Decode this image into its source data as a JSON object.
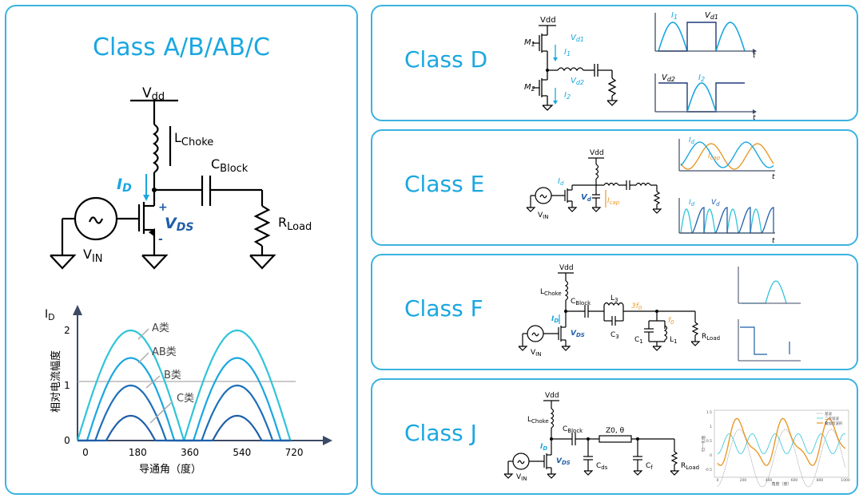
{
  "left": {
    "title": "Class A/B/AB/C",
    "circuit": {
      "vdd": "V",
      "vdd_sub": "dd",
      "choke": "L",
      "choke_sub": "Choke",
      "block": "C",
      "block_sub": "Block",
      "id": "I",
      "id_sub": "D",
      "vds": "V",
      "vds_sub": "DS",
      "plus": "+",
      "minus": "-",
      "vin": "V",
      "vin_sub": "IN",
      "rload": "R",
      "rload_sub": "Load"
    },
    "graph": {
      "y_label": "I",
      "y_label_sub": "D",
      "y_axis_title": "相对电流幅度",
      "x_axis_title": "导通角（度）",
      "x_ticks": [
        "0",
        "180",
        "360",
        "540",
        "720"
      ],
      "y_ticks": [
        "0",
        "1",
        "2"
      ],
      "labels": [
        "A类",
        "AB类",
        "B类",
        "C类"
      ]
    }
  },
  "classes": {
    "d": {
      "title": "Class D",
      "vdd": "Vdd",
      "m1": "M",
      "m1_sub": "1",
      "m2": "M",
      "m2_sub": "2",
      "vd1": "V",
      "vd1_sub": "d1",
      "i1": "I",
      "i1_sub": "1",
      "vd2": "V",
      "vd2_sub": "d2",
      "i2": "I",
      "i2_sub": "2",
      "t": "t"
    },
    "e": {
      "title": "Class E",
      "vdd": "Vdd",
      "id": "I",
      "id_sub": "d",
      "vd": "V",
      "vd_sub": "d",
      "icap": "I",
      "icap_sub": "cap",
      "vin": "V",
      "vin_sub": "IN",
      "t": "t"
    },
    "f": {
      "title": "Class F",
      "vdd": "Vdd",
      "choke": "L",
      "choke_sub": "Choke",
      "block": "C",
      "block_sub": "Block",
      "l3": "L",
      "l3_sub": "3",
      "c3": "C",
      "c3_sub": "3",
      "f3": "3f",
      "f3_sub": "0",
      "f0": "f",
      "f0_sub": "0",
      "c1": "C",
      "c1_sub": "1",
      "l1": "L",
      "l1_sub": "1",
      "rload": "R",
      "rload_sub": "Load",
      "id": "I",
      "id_sub": "D",
      "vds": "V",
      "vds_sub": "DS",
      "vin": "V",
      "vin_sub": "IN"
    },
    "j": {
      "title": "Class J",
      "vdd": "Vdd",
      "choke": "L",
      "choke_sub": "Choke",
      "block": "C",
      "block_sub": "Block",
      "tline": "Z0, θ",
      "cds": "C",
      "cds_sub": "ds",
      "cf": "C",
      "cf_sub": "f",
      "rload": "R",
      "rload_sub": "Load",
      "id": "I",
      "id_sub": "D",
      "vds": "V",
      "vds_sub": "DS",
      "vin": "V",
      "vin_sub": "IN",
      "legend": [
        "基波",
        "二次谐波",
        "叠加后波形"
      ],
      "x_ticks": [
        "0",
        "200",
        "400",
        "600",
        "800",
        "1000"
      ],
      "y_ticks": [
        "1.5",
        "1",
        "0.5",
        "0",
        "-0.5"
      ],
      "x_title": "角度（度）",
      "y_title": "归一化值"
    }
  },
  "colors": {
    "accent": "#1aa7e0",
    "border": "#3bb3e0",
    "dark_blue": "#1f5fa8",
    "light_cyan": "#30c4d8",
    "orange": "#e89a2a",
    "axis": "#3d4a66"
  }
}
